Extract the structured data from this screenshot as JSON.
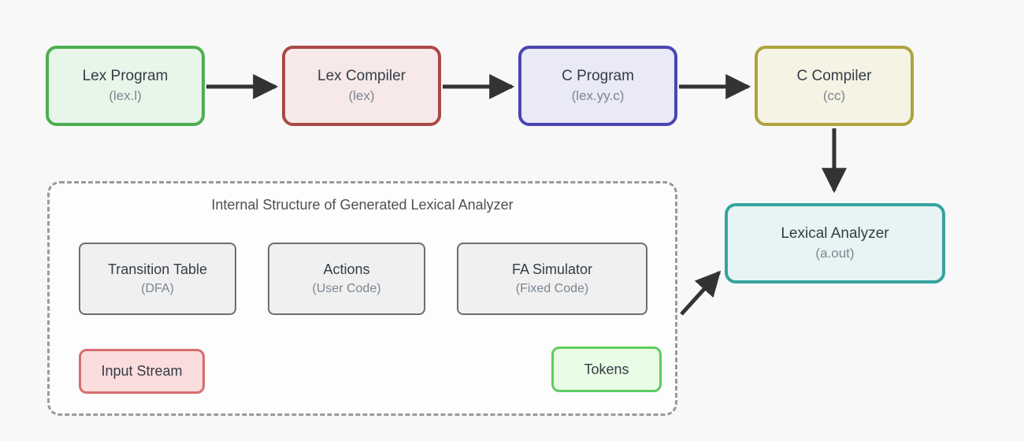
{
  "page": {
    "background_color": "#f8f8f8",
    "arrow_color": "#333333"
  },
  "pipeline": {
    "nodes": [
      {
        "title": "Lex Program",
        "subtitle": "(lex.l)",
        "border_color": "#4caf50",
        "fill_color": "#e8f5e9"
      },
      {
        "title": "Lex Compiler",
        "subtitle": "(lex)",
        "border_color": "#a84a47",
        "fill_color": "#f7e9e9"
      },
      {
        "title": "C Program",
        "subtitle": "(lex.yy.c)",
        "border_color": "#4b45ae",
        "fill_color": "#e9e9f7"
      },
      {
        "title": "C Compiler",
        "subtitle": "(cc)",
        "border_color": "#aca43d",
        "fill_color": "#f5f3e3"
      }
    ]
  },
  "output_node": {
    "title": "Lexical Analyzer",
    "subtitle": "(a.out)",
    "border_color": "#36a3a0",
    "fill_color": "#e7f4f3"
  },
  "internal_structure": {
    "title": "Internal Structure of Generated Lexical Analyzer",
    "components": [
      {
        "title": "Transition Table",
        "subtitle": "(DFA)"
      },
      {
        "title": "Actions",
        "subtitle": "(User Code)"
      },
      {
        "title": "FA Simulator",
        "subtitle": "(Fixed Code)"
      }
    ],
    "input_node": {
      "title": "Input Stream",
      "border_color": "#d76d6d",
      "fill_color": "#fbdddd"
    },
    "tokens_node": {
      "title": "Tokens",
      "border_color": "#5fcb5f",
      "fill_color": "#e8fce6"
    }
  }
}
